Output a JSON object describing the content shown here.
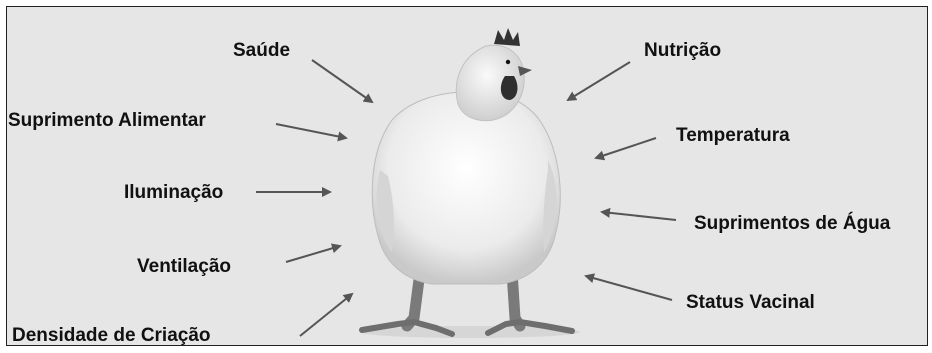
{
  "factors": {
    "left": [
      {
        "label": "Saúde"
      },
      {
        "label": "Suprimento Alimentar"
      },
      {
        "label": "Iluminação"
      },
      {
        "label": "Ventilação"
      },
      {
        "label": "Densidade de Criação"
      }
    ],
    "right": [
      {
        "label": "Nutrição"
      },
      {
        "label": "Temperatura"
      },
      {
        "label": "Suprimentos de Água"
      },
      {
        "label": "Status Vacinal"
      }
    ]
  },
  "colors": {
    "background": "#e6e6e6",
    "arrow": "#555555",
    "text": "#111111",
    "hen_body": "#f2f2f2",
    "comb": "#333333"
  },
  "icons": {
    "center": "chicken-illustration"
  }
}
